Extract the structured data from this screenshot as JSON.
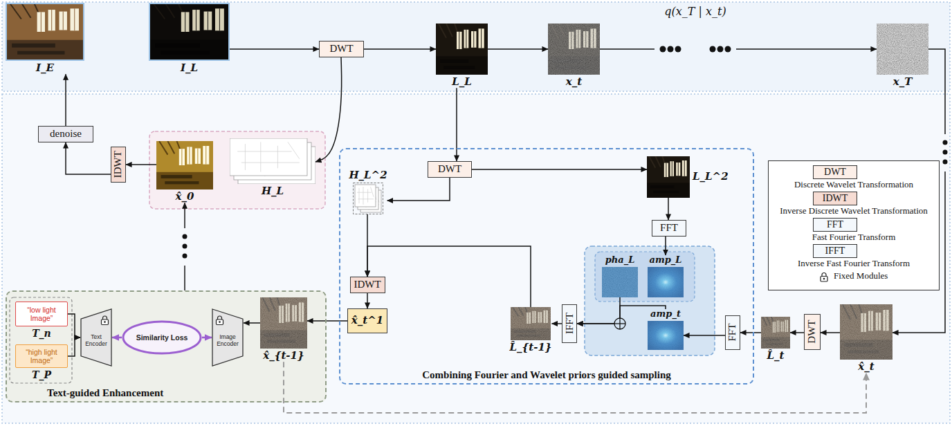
{
  "diagram": {
    "nodes": [
      {
        "text": [
          "I_E"
        ]
      },
      {
        "text": [
          "I_L"
        ]
      },
      {
        "text": [
          "DWT"
        ]
      },
      {
        "text": [
          "L_L"
        ]
      },
      {
        "text": [
          "x_t"
        ]
      },
      {
        "text": [
          "x_T"
        ]
      },
      {
        "text": [
          "denoise"
        ]
      },
      {
        "text": [
          "IDWT"
        ]
      },
      {
        "text": [
          "x̂_0"
        ]
      },
      {
        "text": [
          "H_L"
        ]
      },
      {
        "text": [
          "Combining Fourier and Wavelet priors guided sampling"
        ]
      },
      {
        "text": [
          "DWT"
        ],
        "in": 10
      },
      {
        "text": [
          "H_L^2"
        ],
        "in": 10
      },
      {
        "text": [
          "L_L^2"
        ],
        "in": 10
      },
      {
        "text": [
          "FFT"
        ],
        "in": 10
      },
      {
        "text": [
          "pha_L"
        ],
        "in": 10
      },
      {
        "text": [
          "amp_L"
        ],
        "in": 10
      },
      {
        "text": [
          "amp_t"
        ],
        "in": 10
      },
      {
        "text": [
          "FFT"
        ],
        "in": 10
      },
      {
        "text": [
          "IFFT"
        ],
        "in": 10
      },
      {
        "text": [
          "L̂_{t-1}"
        ],
        "in": 10
      },
      {
        "text": [
          "IDWT"
        ],
        "in": 10
      },
      {
        "text": [
          "x̂_t^1"
        ],
        "in": 10
      },
      {
        "text": [
          "L̂_t"
        ]
      },
      {
        "text": [
          "DWT"
        ]
      },
      {
        "text": [
          "x̂_t"
        ]
      },
      {
        "text": [
          "Text-guided Enhancement"
        ]
      },
      {
        "text": [
          "“low light Image”",
          "T_n"
        ],
        "in": 26
      },
      {
        "text": [
          "“high light Image”",
          "T_P"
        ],
        "in": 26
      },
      {
        "text": [
          "Text Encoder"
        ],
        "in": 26
      },
      {
        "text": [
          "Similarity Loss"
        ],
        "in": 26
      },
      {
        "text": [
          "Image Encoder"
        ],
        "in": 26
      },
      {
        "text": [
          "x̂_{t-1}"
        ],
        "in": 26
      }
    ],
    "edges": [
      {
        "from": 1,
        "to": 2,
        "arrow": "to"
      },
      {
        "from": 2,
        "to": 3,
        "arrow": "to"
      },
      {
        "from": 3,
        "to": 4,
        "arrow": "to"
      },
      {
        "from": 4,
        "to": 5,
        "arrow": "to"
      },
      {
        "from": 5,
        "to": 25,
        "arrow": "to"
      },
      {
        "from": 25,
        "to": 24,
        "arrow": "to"
      },
      {
        "from": 24,
        "to": 23,
        "arrow": "to"
      },
      {
        "from": 23,
        "to": 18,
        "arrow": "to"
      },
      {
        "from": 18,
        "to": 17,
        "arrow": "to"
      },
      {
        "from": 3,
        "to": 11,
        "arrow": "to"
      },
      {
        "from": 11,
        "to": 13,
        "arrow": "to"
      },
      {
        "from": 11,
        "to": 12,
        "arrow": "to"
      },
      {
        "from": 13,
        "to": 14,
        "arrow": "to"
      },
      {
        "from": 14,
        "to": 16,
        "arrow": "to"
      },
      {
        "from": 15,
        "to": 19,
        "arrow": "to"
      },
      {
        "from": 17,
        "to": 19,
        "arrow": "to"
      },
      {
        "from": 19,
        "to": 20,
        "arrow": "to"
      },
      {
        "from": 20,
        "to": 21,
        "arrow": "to"
      },
      {
        "from": 12,
        "to": 21,
        "arrow": "to"
      },
      {
        "from": 21,
        "to": 22,
        "arrow": "to"
      },
      {
        "from": 22,
        "to": 32,
        "arrow": "to"
      },
      {
        "from": 32,
        "to": 31,
        "arrow": "to"
      },
      {
        "from": 30,
        "to": 29,
        "arrow": "to"
      },
      {
        "from": 30,
        "to": 31,
        "arrow": "to"
      },
      {
        "from": 27,
        "to": 29,
        "arrow": "to"
      },
      {
        "from": 28,
        "to": 29,
        "arrow": "to"
      },
      {
        "from": 32,
        "to": 25,
        "arrow": "to"
      },
      {
        "from": 26,
        "to": 8,
        "arrow": "to"
      },
      {
        "from": 2,
        "to": 9,
        "arrow": "to"
      },
      {
        "from": 8,
        "to": 7,
        "arrow": "to"
      },
      {
        "from": 7,
        "to": 6,
        "arrow": "to"
      },
      {
        "from": 6,
        "to": 0,
        "arrow": "to"
      }
    ],
    "labels": [
      "q(x_T | x_t)",
      "DWT",
      "IDWT",
      "FFT",
      "IFFT"
    ],
    "legend": [
      {
        "text": "Discrete Wavelet Transformation",
        "color": "#fcefe8"
      },
      {
        "text": "Inverse Discrete Wavelet Transformation",
        "color": "#f6dcd3"
      },
      {
        "text": "Fast Fourier Transform",
        "color": "#f4f8fc"
      },
      {
        "text": "Inverse Fast Fourier Transform",
        "color": "#f4f8fc"
      },
      {
        "text": "Fixed Modules"
      }
    ]
  }
}
